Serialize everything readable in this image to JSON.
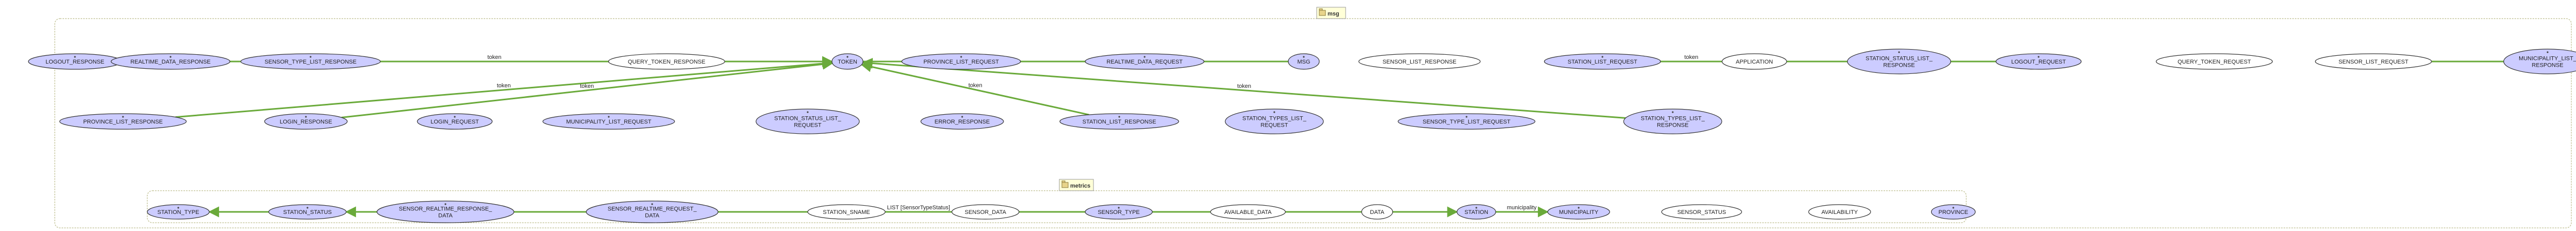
{
  "diagram": {
    "colors": {
      "package_border": "#c8c8a0",
      "package_tab_fill": "#ffffd8",
      "entity_fill": "#ccccff",
      "entity_stroke": "#333333",
      "plain_fill": "#ffffff",
      "edge": "#6aaa3a"
    },
    "packages": [
      {
        "id": "msg",
        "label": "msg",
        "icon": "package-icon"
      },
      {
        "id": "metrics",
        "label": "metrics",
        "icon": "package-icon"
      }
    ],
    "nodes": [
      {
        "id": "logout_response",
        "label": "LOGOUT_RESPONSE",
        "kind": "entity"
      },
      {
        "id": "realtime_data_response",
        "label": "REALTIME_DATA_RESPONSE",
        "kind": "entity"
      },
      {
        "id": "sensor_type_list_response",
        "label": "SENSOR_TYPE_LIST_RESPONSE",
        "kind": "entity"
      },
      {
        "id": "query_token_response",
        "label": "QUERY_TOKEN_RESPONSE",
        "kind": "plain"
      },
      {
        "id": "token",
        "label": "TOKEN",
        "kind": "entity"
      },
      {
        "id": "province_list_request",
        "label": "PROVINCE_LIST_REQUEST",
        "kind": "entity"
      },
      {
        "id": "realtime_data_request",
        "label": "REALTIME_DATA_REQUEST",
        "kind": "entity"
      },
      {
        "id": "msg",
        "label": "MSG",
        "kind": "entity"
      },
      {
        "id": "sensor_list_response",
        "label": "SENSOR_LIST_RESPONSE",
        "kind": "plain"
      },
      {
        "id": "station_list_request",
        "label": "STATION_LIST_REQUEST",
        "kind": "entity"
      },
      {
        "id": "application",
        "label": "APPLICATION",
        "kind": "plain"
      },
      {
        "id": "station_status_list_response",
        "label": "STATION_STATUS_LIST_RESPONSE",
        "lines": [
          "STATION_STATUS_LIST_",
          "RESPONSE"
        ],
        "kind": "entity"
      },
      {
        "id": "logout_request",
        "label": "LOGOUT_REQUEST",
        "kind": "entity"
      },
      {
        "id": "query_token_request",
        "label": "QUERY_TOKEN_REQUEST",
        "kind": "plain"
      },
      {
        "id": "sensor_list_request",
        "label": "SENSOR_LIST_REQUEST",
        "kind": "plain"
      },
      {
        "id": "municipality_list_response",
        "label": "MUNICIPALITY_LIST_RESPONSE",
        "lines": [
          "MUNICIPALITY_LIST_",
          "RESPONSE"
        ],
        "kind": "entity"
      },
      {
        "id": "province_list_response",
        "label": "PROVINCE_LIST_RESPONSE",
        "kind": "entity"
      },
      {
        "id": "login_response",
        "label": "LOGIN_RESPONSE",
        "kind": "entity"
      },
      {
        "id": "login_request",
        "label": "LOGIN_REQUEST",
        "kind": "entity"
      },
      {
        "id": "municipality_list_request",
        "label": "MUNICIPALITY_LIST_REQUEST",
        "kind": "entity"
      },
      {
        "id": "station_status_list_request",
        "label": "STATION_STATUS_LIST_REQUEST",
        "lines": [
          "STATION_STATUS_LIST_",
          "REQUEST"
        ],
        "kind": "entity"
      },
      {
        "id": "error_response",
        "label": "ERROR_RESPONSE",
        "kind": "entity"
      },
      {
        "id": "station_list_response",
        "label": "STATION_LIST_RESPONSE",
        "kind": "entity"
      },
      {
        "id": "station_types_list_request",
        "label": "STATION_TYPES_LIST_REQUEST",
        "lines": [
          "STATION_TYPES_LIST_",
          "REQUEST"
        ],
        "kind": "entity"
      },
      {
        "id": "sensor_type_list_request",
        "label": "SENSOR_TYPE_LIST_REQUEST",
        "kind": "entity"
      },
      {
        "id": "station_types_list_response",
        "label": "STATION_TYPES_LIST_RESPONSE",
        "lines": [
          "STATION_TYPES_LIST_",
          "RESPONSE"
        ],
        "kind": "entity"
      },
      {
        "id": "station_type",
        "label": "STATION_TYPE",
        "kind": "entity"
      },
      {
        "id": "station_status",
        "label": "STATION_STATUS",
        "kind": "entity"
      },
      {
        "id": "sensor_realtime_response_data",
        "label": "SENSOR_REALTIME_RESPONSE_DATA",
        "lines": [
          "SENSOR_REALTIME_RESPONSE_",
          "DATA"
        ],
        "kind": "entity"
      },
      {
        "id": "sensor_realtime_request_data",
        "label": "SENSOR_REALTIME_REQUEST_DATA",
        "lines": [
          "SENSOR_REALTIME_REQUEST_",
          "DATA"
        ],
        "kind": "entity"
      },
      {
        "id": "station_sname",
        "label": "STATION_SNAME",
        "kind": "plain"
      },
      {
        "id": "sensor_data",
        "label": "SENSOR_DATA",
        "kind": "plain"
      },
      {
        "id": "sensor_type",
        "label": "SENSOR_TYPE",
        "kind": "entity"
      },
      {
        "id": "available_data",
        "label": "AVAILABLE_DATA",
        "kind": "plain"
      },
      {
        "id": "data",
        "label": "DATA",
        "kind": "plain"
      },
      {
        "id": "station",
        "label": "STATION",
        "kind": "entity"
      },
      {
        "id": "municipality",
        "label": "MUNICIPALITY",
        "kind": "entity"
      },
      {
        "id": "sensor_status",
        "label": "SENSOR_STATUS",
        "kind": "plain"
      },
      {
        "id": "availability",
        "label": "AVAILABILITY",
        "kind": "plain"
      },
      {
        "id": "province",
        "label": "PROVINCE",
        "kind": "entity"
      }
    ],
    "edges": [
      {
        "from": "logout_response",
        "to": "realtime_data_response",
        "label": ""
      },
      {
        "from": "realtime_data_response",
        "to": "sensor_type_list_response",
        "label": ""
      },
      {
        "from": "sensor_type_list_response",
        "to": "query_token_response",
        "label": "token"
      },
      {
        "from": "query_token_response",
        "to": "token",
        "label": "",
        "arrow": true
      },
      {
        "from": "token",
        "to": "province_list_request",
        "label": ""
      },
      {
        "from": "province_list_request",
        "to": "realtime_data_request",
        "label": ""
      },
      {
        "from": "realtime_data_request",
        "to": "msg",
        "label": ""
      },
      {
        "from": "station_list_request",
        "to": "application",
        "label": "token"
      },
      {
        "from": "application",
        "to": "station_status_list_response",
        "label": ""
      },
      {
        "from": "station_status_list_response",
        "to": "logout_request",
        "label": ""
      },
      {
        "from": "sensor_list_request",
        "to": "municipality_list_response",
        "label": ""
      },
      {
        "from": "province_list_response",
        "to": "token",
        "label": "token",
        "arrow": true
      },
      {
        "from": "login_response",
        "to": "token",
        "label": "token",
        "arrow": true
      },
      {
        "from": "station_list_response",
        "to": "token",
        "label": "token",
        "arrow": true
      },
      {
        "from": "station_types_list_response",
        "to": "token",
        "label": "token",
        "arrow": true
      },
      {
        "from": "station_status",
        "to": "station_type",
        "label": "",
        "arrow": true
      },
      {
        "from": "sensor_realtime_response_data",
        "to": "station_status",
        "label": "",
        "arrow": true
      },
      {
        "from": "sensor_realtime_request_data",
        "to": "sensor_realtime_response_data",
        "label": ""
      },
      {
        "from": "sensor_realtime_request_data",
        "to": "station_sname",
        "label": ""
      },
      {
        "from": "station_sname",
        "to": "sensor_data",
        "label": "LIST [SensorTypeStatus]"
      },
      {
        "from": "sensor_data",
        "to": "sensor_type",
        "label": ""
      },
      {
        "from": "sensor_type",
        "to": "available_data",
        "label": ""
      },
      {
        "from": "available_data",
        "to": "data",
        "label": ""
      },
      {
        "from": "data",
        "to": "station",
        "label": "",
        "arrow": true
      },
      {
        "from": "station",
        "to": "municipality",
        "label": "municipality",
        "arrow": true
      }
    ]
  }
}
